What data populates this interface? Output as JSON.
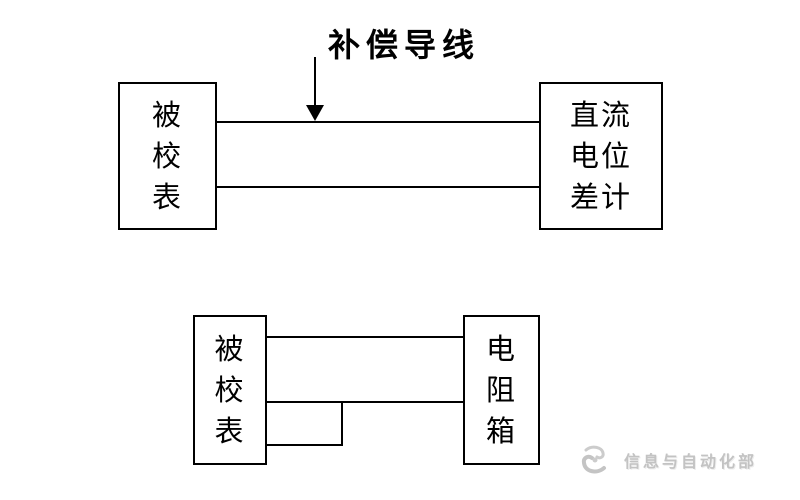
{
  "colors": {
    "background": "#ffffff",
    "line": "#000000",
    "watermark": "#c3c3c3"
  },
  "top_diagram": {
    "annotation": "补偿导线",
    "left_box_lines": [
      "被",
      "校",
      "表"
    ],
    "right_box_lines": [
      "直流",
      "电位",
      "差计"
    ]
  },
  "bottom_diagram": {
    "left_box_lines": [
      "被",
      "校",
      "表"
    ],
    "right_box_lines": [
      "电",
      "阻",
      "箱"
    ]
  },
  "watermark": {
    "logo": "swirl-logo",
    "text": "信息与自动化部"
  }
}
